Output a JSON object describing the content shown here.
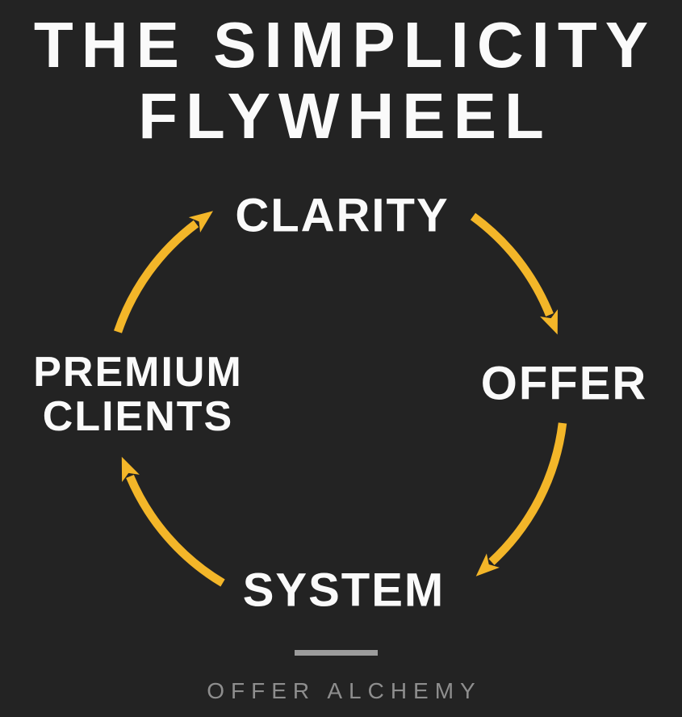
{
  "colors": {
    "background": "#232323",
    "accent": "#F3B629",
    "label": "#FAFAFA",
    "muted": "#8E8E8E",
    "divider": "#9C9C9C"
  },
  "title": {
    "line1": "THE SIMPLICITY",
    "line2": "FLYWHEEL"
  },
  "nodes": {
    "top": {
      "label": "CLARITY"
    },
    "right": {
      "label": "OFFER"
    },
    "bottom": {
      "label": "SYSTEM"
    },
    "left": {
      "line1": "PREMIUM",
      "line2": "CLIENTS"
    }
  },
  "flow": [
    {
      "from": "CLARITY",
      "to": "OFFER"
    },
    {
      "from": "OFFER",
      "to": "SYSTEM"
    },
    {
      "from": "SYSTEM",
      "to": "PREMIUM CLIENTS"
    },
    {
      "from": "PREMIUM CLIENTS",
      "to": "CLARITY"
    }
  ],
  "footer": {
    "brand": "OFFER ALCHEMY"
  }
}
